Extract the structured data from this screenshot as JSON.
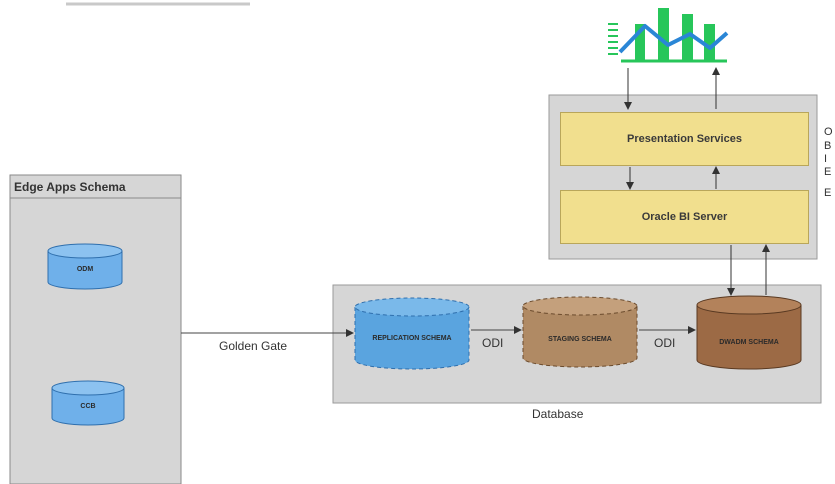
{
  "header_scribble": "",
  "edge_apps": {
    "title": "Edge Apps Schema",
    "db1": "ODM",
    "db2": "CCB"
  },
  "database_group": {
    "label": "Database"
  },
  "connectors": {
    "golden_gate": "Golden Gate",
    "odi_1": "ODI",
    "odi_2": "ODI"
  },
  "schemas": {
    "replication": "REPLICATION SCHEMA",
    "staging": "STAGING SCHEMA",
    "dwadm": "DWADM SCHEMA"
  },
  "obiee": {
    "presentation": "Presentation Services",
    "bi_server": "Oracle BI Server",
    "side_letters": [
      "O",
      "B",
      "I",
      "E",
      "E"
    ]
  },
  "colors": {
    "frame_bg": "#d6d6d6",
    "yellow_box": "#f1df8e",
    "blue_db": "#6fb0ea",
    "replication_db": "#5aa4df",
    "staging_db": "#b08a64",
    "dwadm_db": "#9c6a45",
    "chart_green": "#27c65a",
    "chart_blue": "#2a86d6"
  }
}
